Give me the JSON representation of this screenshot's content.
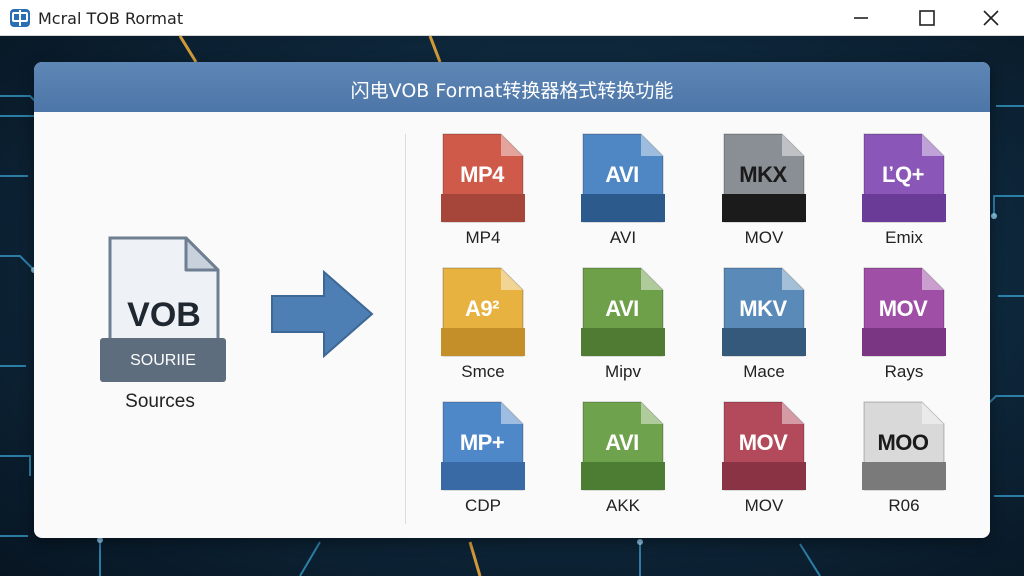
{
  "window": {
    "title": "Mcral TOB Rormat",
    "minimize": "—",
    "maximize": "☐",
    "close": "✕"
  },
  "panel": {
    "title": "闪电VOB Format转换器格式转换功能"
  },
  "source": {
    "icon_text": "VOB",
    "band_text": "SOURIIE",
    "label": "Sources"
  },
  "formats": [
    {
      "icon_text": "MP4",
      "label": "MP4",
      "color": "#cf5a4a",
      "band": "#a6453a"
    },
    {
      "icon_text": "AVI",
      "label": "AVI",
      "color": "#4f86c4",
      "band": "#2d5a8c"
    },
    {
      "icon_text": "MKX",
      "label": "MOV",
      "color": "#8a8f96",
      "band": "#1b1b1b"
    },
    {
      "icon_text": "ĽQ+",
      "label": "Emix",
      "color": "#8a57b8",
      "band": "#6a3c98"
    },
    {
      "icon_text": "A9²",
      "label": "Smce",
      "color": "#e7b23f",
      "band": "#c48f28"
    },
    {
      "icon_text": "AVI",
      "label": "Mipv",
      "color": "#6ea04a",
      "band": "#4f7c32"
    },
    {
      "icon_text": "MKV",
      "label": "Mace",
      "color": "#5a8ab8",
      "band": "#35597a"
    },
    {
      "icon_text": "MOV",
      "label": "Rays",
      "color": "#9f4fa6",
      "band": "#7a3682"
    },
    {
      "icon_text": "MP+",
      "label": "CDP",
      "color": "#4f88c9",
      "band": "#3a6aa6"
    },
    {
      "icon_text": "AVI",
      "label": "AKK",
      "color": "#6fa24c",
      "band": "#4d7d33"
    },
    {
      "icon_text": "MOV",
      "label": "MOV",
      "color": "#b34a5c",
      "band": "#8a3345"
    },
    {
      "icon_text": "MOO",
      "label": "R06",
      "color": "#d9d9d9",
      "band": "#7a7a7a"
    }
  ]
}
